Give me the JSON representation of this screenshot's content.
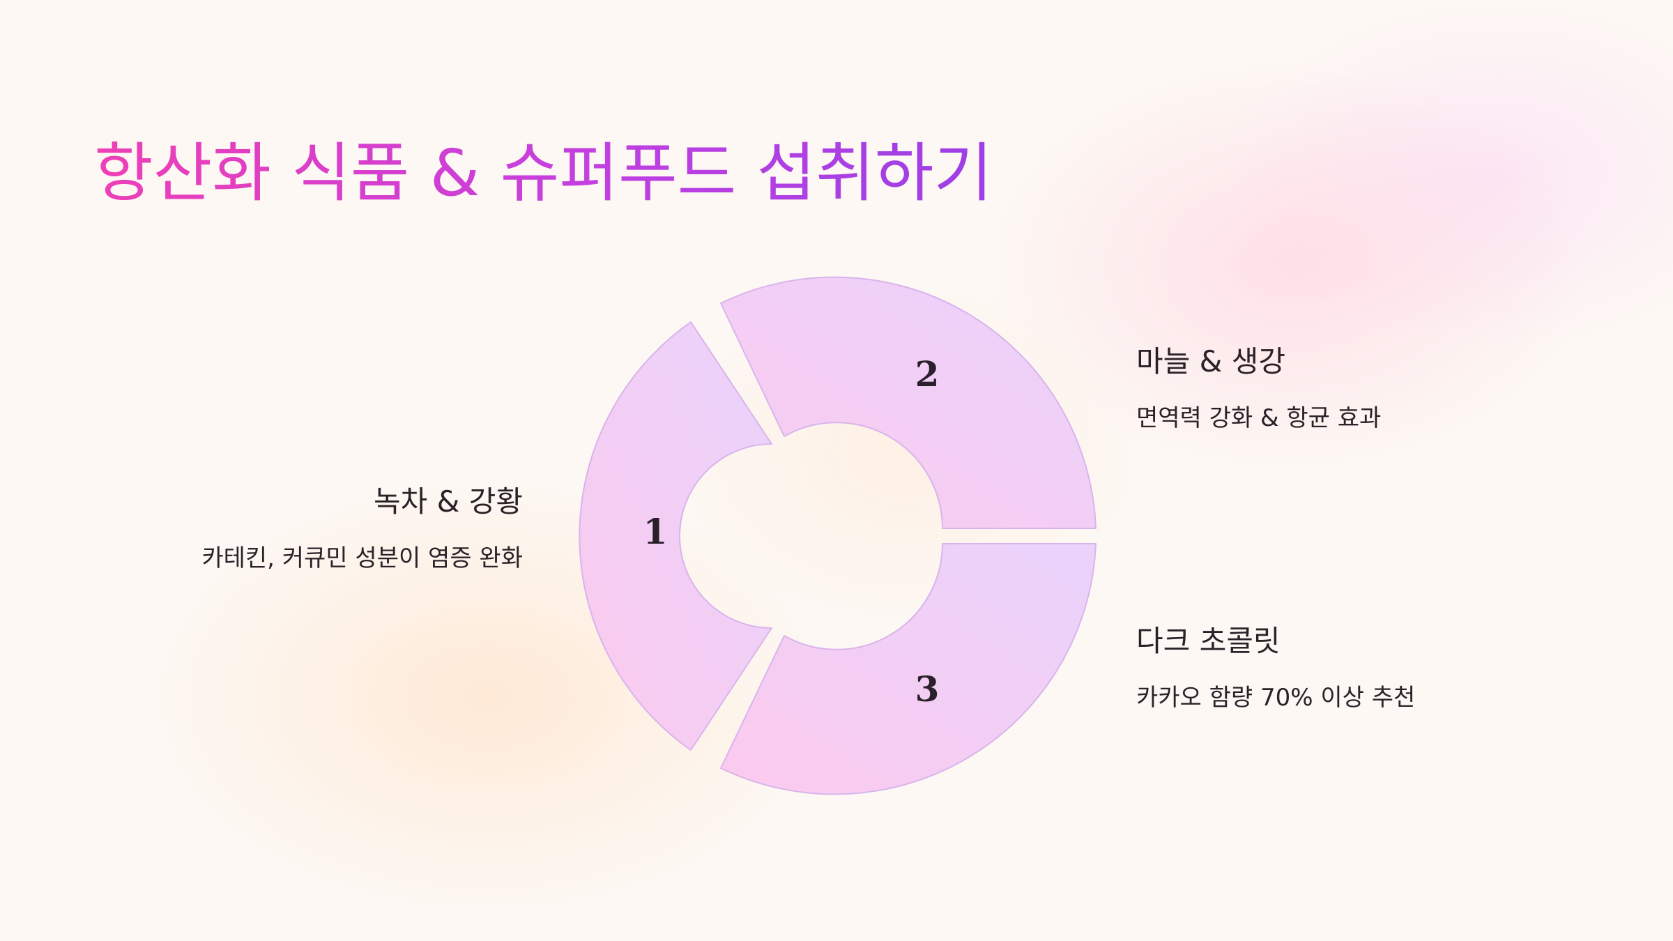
{
  "title": "항산화 식품 & 슈퍼푸드 섭취하기",
  "colors": {
    "title_gradient_start": "#ee3fb6",
    "title_gradient_end": "#9b3fe6",
    "segment_lavender": "#e9d3fb",
    "segment_pink": "#fccaee",
    "segment_border": "#d9b4ec"
  },
  "segments": [
    {
      "number": "1",
      "heading": "녹차 & 강황",
      "description": "카테킨, 커큐민 성분이 염증 완화"
    },
    {
      "number": "2",
      "heading": "마늘 & 생강",
      "description": "면역력 강화 & 항균 효과"
    },
    {
      "number": "3",
      "heading": "다크 초콜릿",
      "description": "카카오 함량 70% 이상 추천"
    }
  ]
}
